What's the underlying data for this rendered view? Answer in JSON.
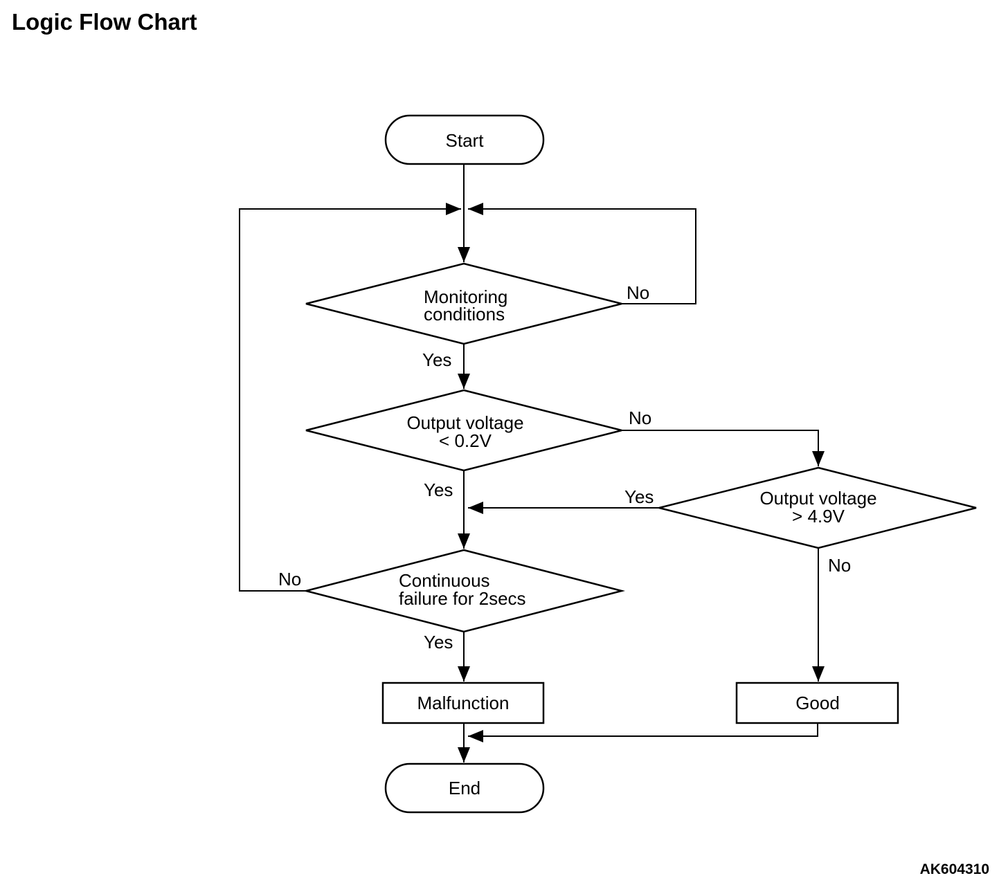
{
  "header": {
    "title": "Logic Flow Chart"
  },
  "footer": {
    "figure_code": "AK604310"
  },
  "colors": {
    "line": "#000000",
    "background": "#ffffff",
    "text": "#000000"
  },
  "flowchart": {
    "nodes": {
      "start": {
        "type": "terminal",
        "label": "Start"
      },
      "monitoring_conditions": {
        "type": "decision",
        "label": "Monitoring conditions",
        "line1": "Monitoring",
        "line2": "conditions"
      },
      "output_low": {
        "type": "decision",
        "label": "Output voltage < 0.2V",
        "line1": "Output voltage",
        "line2": "< 0.2V"
      },
      "output_high": {
        "type": "decision",
        "label": "Output voltage > 4.9V",
        "line1": "Output voltage",
        "line2": "> 4.9V"
      },
      "continuous_failure": {
        "type": "decision",
        "label": "Continuous failure for 2secs",
        "line1": "Continuous",
        "line2": "failure for 2secs"
      },
      "malfunction": {
        "type": "process",
        "label": "Malfunction"
      },
      "good": {
        "type": "process",
        "label": "Good"
      },
      "end": {
        "type": "terminal",
        "label": "End"
      }
    },
    "edge_labels": {
      "monitoring_no": "No",
      "monitoring_yes": "Yes",
      "output_low_no": "No",
      "output_low_yes": "Yes",
      "output_high_yes": "Yes",
      "output_high_no": "No",
      "continuous_no": "No",
      "continuous_yes": "Yes"
    },
    "edges": [
      {
        "from": "start",
        "to": "monitoring_conditions",
        "label": ""
      },
      {
        "from": "monitoring_conditions",
        "to": "loop_junction",
        "label": "No"
      },
      {
        "from": "monitoring_conditions",
        "to": "output_low",
        "label": "Yes"
      },
      {
        "from": "output_low",
        "to": "output_high",
        "label": "No"
      },
      {
        "from": "output_low",
        "to": "continuous_failure",
        "label": "Yes"
      },
      {
        "from": "output_high",
        "to": "continuous_failure",
        "label": "Yes"
      },
      {
        "from": "output_high",
        "to": "good",
        "label": "No"
      },
      {
        "from": "continuous_failure",
        "to": "loop_junction",
        "label": "No"
      },
      {
        "from": "continuous_failure",
        "to": "malfunction",
        "label": "Yes"
      },
      {
        "from": "malfunction",
        "to": "end",
        "label": ""
      },
      {
        "from": "good",
        "to": "end",
        "label": ""
      }
    ]
  }
}
